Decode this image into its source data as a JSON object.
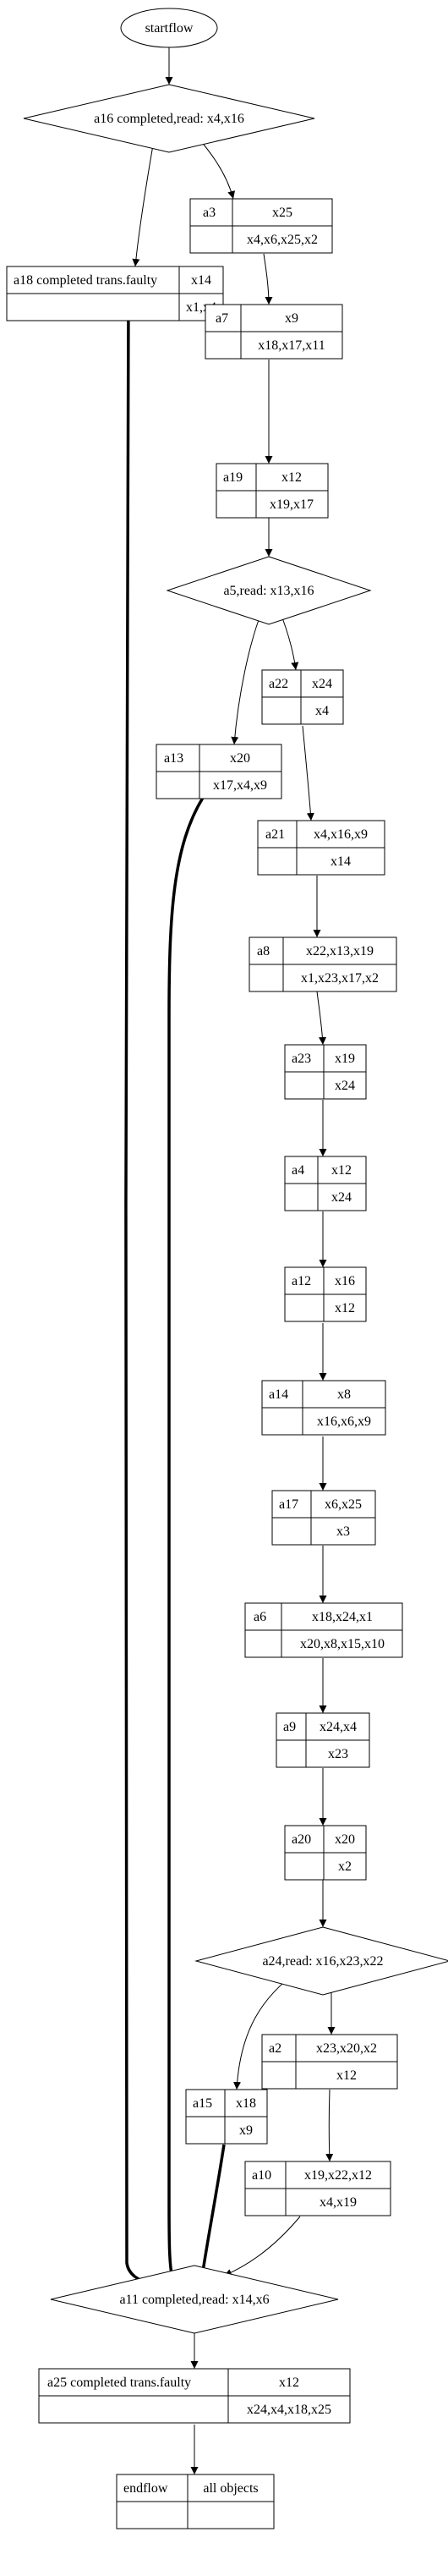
{
  "start": {
    "label": "startflow"
  },
  "end": {
    "label": "endflow",
    "info": "all objects"
  },
  "decisions": [
    {
      "id": "d1",
      "label": "a16 completed,read: x4,x16"
    },
    {
      "id": "d2",
      "label": "a5,read: x13,x16"
    },
    {
      "id": "d3",
      "label": "a24,read: x16,x23,x22"
    },
    {
      "id": "d4",
      "label": "a11 completed,read: x14,x6"
    }
  ],
  "actions": [
    {
      "id": "a3",
      "name": "a3",
      "writes": "x25",
      "reads": "x4,x6,x25,x2"
    },
    {
      "id": "a18",
      "name": "a18 completed trans.faulty",
      "writes": "x14",
      "reads": "x1,x4"
    },
    {
      "id": "a7",
      "name": "a7",
      "writes": "x9",
      "reads": "x18,x17,x11"
    },
    {
      "id": "a19",
      "name": "a19",
      "writes": "x12",
      "reads": "x19,x17"
    },
    {
      "id": "a22",
      "name": "a22",
      "writes": "x24",
      "reads": "x4"
    },
    {
      "id": "a13",
      "name": "a13",
      "writes": "x20",
      "reads": "x17,x4,x9"
    },
    {
      "id": "a21",
      "name": "a21",
      "writes": "x4,x16,x9",
      "reads": "x14"
    },
    {
      "id": "a8",
      "name": "a8",
      "writes": "x22,x13,x19",
      "reads": "x1,x23,x17,x2"
    },
    {
      "id": "a23",
      "name": "a23",
      "writes": "x19",
      "reads": "x24"
    },
    {
      "id": "a4",
      "name": "a4",
      "writes": "x12",
      "reads": "x24"
    },
    {
      "id": "a12",
      "name": "a12",
      "writes": "x16",
      "reads": "x12"
    },
    {
      "id": "a14",
      "name": "a14",
      "writes": "x8",
      "reads": "x16,x6,x9"
    },
    {
      "id": "a17",
      "name": "a17",
      "writes": "x6,x25",
      "reads": "x3"
    },
    {
      "id": "a6",
      "name": "a6",
      "writes": "x18,x24,x1",
      "reads": "x20,x8,x15,x10"
    },
    {
      "id": "a9",
      "name": "a9",
      "writes": "x24,x4",
      "reads": "x23"
    },
    {
      "id": "a20",
      "name": "a20",
      "writes": "x20",
      "reads": "x2"
    },
    {
      "id": "a2",
      "name": "a2",
      "writes": "x23,x20,x2",
      "reads": "x12"
    },
    {
      "id": "a15",
      "name": "a15",
      "writes": "x18",
      "reads": "x9"
    },
    {
      "id": "a10",
      "name": "a10",
      "writes": "x19,x22,x12",
      "reads": "x4,x19"
    },
    {
      "id": "a25",
      "name": "a25 completed trans.faulty",
      "writes": "x12",
      "reads": "x24,x4,x18,x25"
    }
  ]
}
